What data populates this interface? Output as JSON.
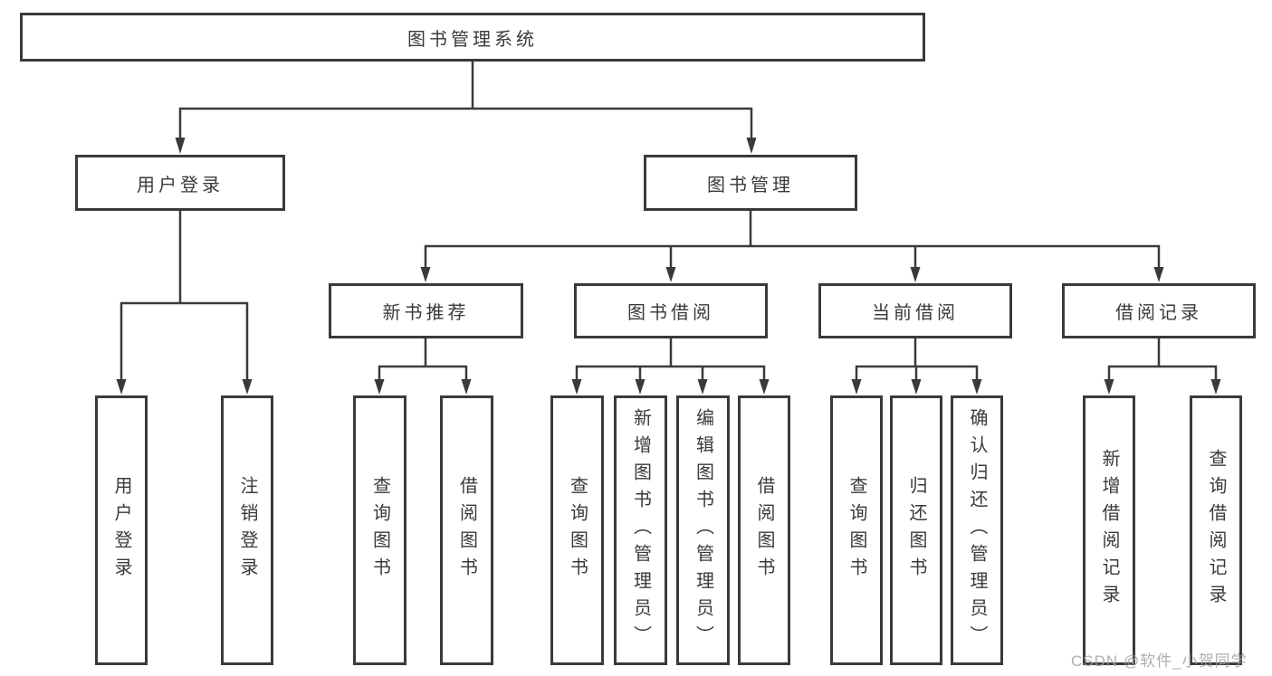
{
  "nodes": {
    "root": "图书管理系统",
    "user_login": {
      "label": "用户登录",
      "children": [
        "用户登录",
        "注销登录"
      ]
    },
    "book_mgmt": {
      "label": "图书管理",
      "sections": {
        "new_books": {
          "label": "新书推荐",
          "children": [
            "查询图书",
            "借阅图书"
          ]
        },
        "borrow": {
          "label": "图书借阅",
          "children": [
            "查询图书",
            "新增图书（管理员）",
            "编辑图书（管理员）",
            "借阅图书"
          ]
        },
        "current": {
          "label": "当前借阅",
          "children": [
            "查询图书",
            "归还图书",
            "确认归还（管理员）"
          ]
        },
        "records": {
          "label": "借阅记录",
          "children": [
            "新增借阅记录",
            "查询借阅记录"
          ]
        }
      }
    }
  },
  "watermark": "CSDN @软件_小贺同学",
  "colors": {
    "line": "#3a3a3a",
    "text": "#3a3a3a",
    "box_background": "#ffffff",
    "watermark": "#a0a0a0",
    "background": "#ffffff"
  }
}
